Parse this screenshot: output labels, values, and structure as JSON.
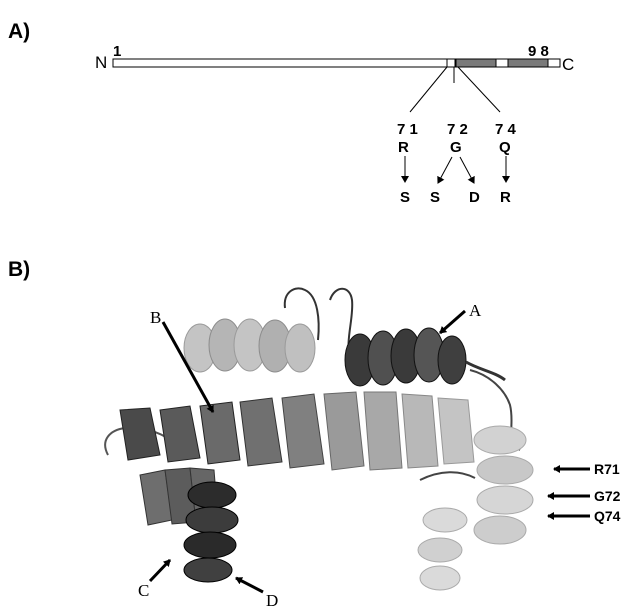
{
  "panel_a": {
    "label": "A)",
    "n_term": "N",
    "c_term": "C",
    "start_pos": "1",
    "end_pos": "9 8",
    "mutations": [
      {
        "position": "7 1",
        "from": "R",
        "to": [
          "S"
        ]
      },
      {
        "position": "7 2",
        "from": "G",
        "to": [
          "S",
          "D"
        ]
      },
      {
        "position": "7 4",
        "from": "Q",
        "to": [
          "R"
        ]
      }
    ]
  },
  "panel_b": {
    "label": "B)",
    "helix_labels": [
      "A",
      "B",
      "C",
      "D"
    ],
    "residue_labels": [
      "R71",
      "G72",
      "Q74"
    ]
  },
  "colors": {
    "ink": "#000000",
    "helix_light": "#b9b9b9",
    "helix_mid": "#8a8a8a",
    "helix_dark": "#3c3c3c",
    "bar_fill": "#7a7a7a"
  }
}
